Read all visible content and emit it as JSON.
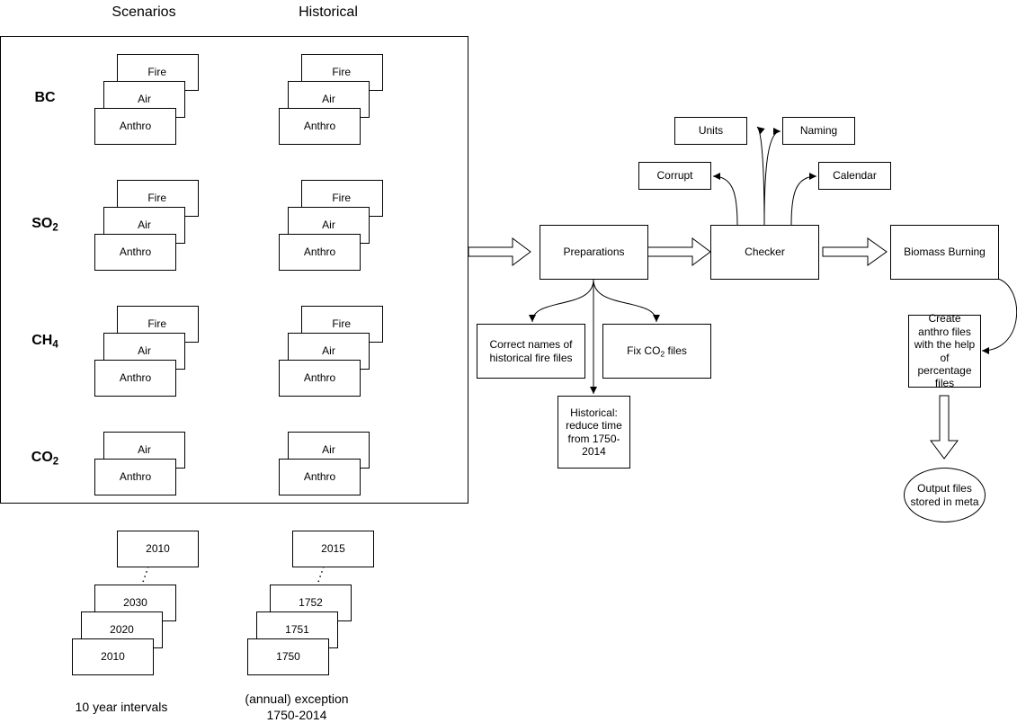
{
  "headers": {
    "scenarios": "Scenarios",
    "historical": "Historical"
  },
  "rows": {
    "bc": "BC",
    "so2_main": "SO",
    "so2_sub": "2",
    "ch4_main": "CH",
    "ch4_sub": "4",
    "co2_main": "CO",
    "co2_sub": "2"
  },
  "stack": {
    "fire": "Fire",
    "air": "Air",
    "anthro": "Anthro"
  },
  "years": {
    "scen_top": "2010",
    "scen_a": "2030",
    "scen_b": "2020",
    "scen_c": "2010",
    "hist_top": "2015",
    "hist_a": "1752",
    "hist_b": "1751",
    "hist_c": "1750"
  },
  "captions": {
    "scenarios": "10 year intervals",
    "historical_line1": "(annual) exception",
    "historical_line2": "1750-2014"
  },
  "flow": {
    "preparations": "Preparations",
    "checker": "Checker",
    "biomass": "Biomass Burning",
    "correct_names": "Correct names of historical fire files",
    "fix_co2_pre": "Fix CO",
    "fix_co2_sub": "2",
    "fix_co2_post": " files",
    "historical_reduce": "Historical: reduce time from 1750-2014",
    "units": "Units",
    "naming": "Naming",
    "corrupt": "Corrupt",
    "calendar": "Calendar",
    "create_anthro": "Create anthro files with the help of percentage files",
    "output": "Output files stored in meta"
  }
}
